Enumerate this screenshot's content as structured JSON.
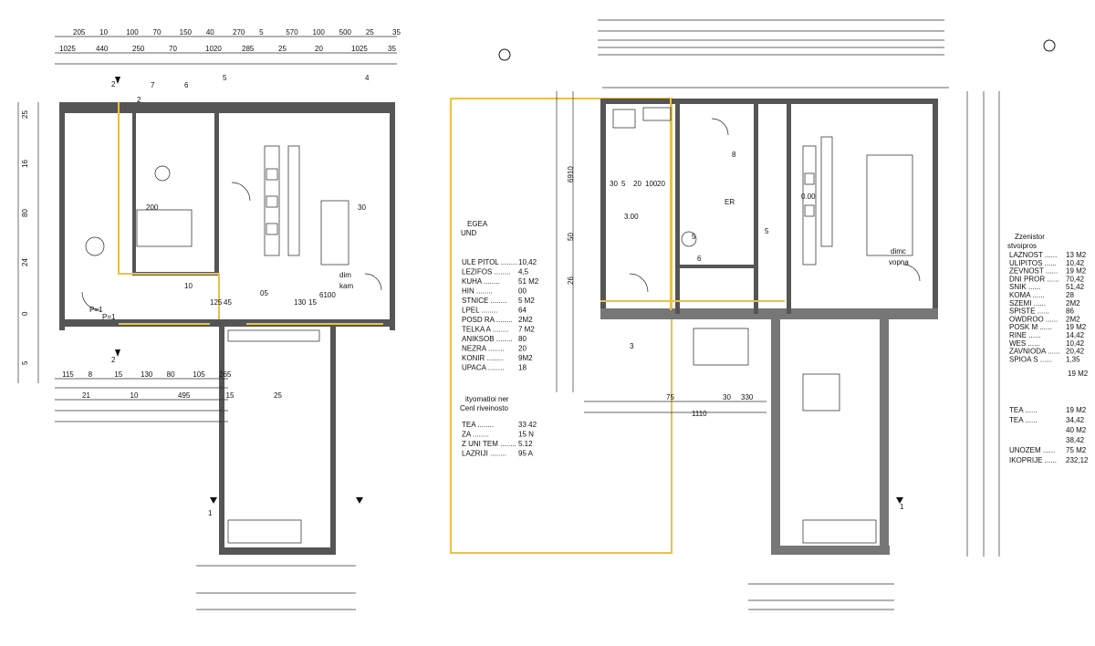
{
  "left_plan": {
    "top_dims_row1": [
      "205",
      "10",
      "100",
      "70",
      "150",
      "40",
      "270",
      "5",
      "570",
      "100",
      "500",
      "25",
      "35"
    ],
    "top_dims_row2": [
      "1025",
      "440",
      "250",
      "70",
      "1020",
      "285",
      "25",
      "20",
      "1025",
      "35"
    ],
    "room_numbers": [
      "7",
      "6",
      "5",
      "4",
      "2"
    ],
    "section_marks": [
      "2",
      "1"
    ],
    "room_dims": [
      "200",
      "125",
      "45",
      "05",
      "6100",
      "130",
      "15",
      "10",
      "30"
    ],
    "labels": [
      "P=1",
      "P=1"
    ],
    "kamin": [
      "dim",
      "kam"
    ],
    "left_dims": [
      "25",
      "16",
      "80",
      "24",
      "0",
      "5"
    ],
    "bottom_dims": [
      "115",
      "8",
      "15",
      "130",
      "80",
      "105",
      "265",
      "21",
      "10",
      "495",
      "15",
      "25"
    ],
    "legend_head": [
      "EGEA",
      "UND"
    ],
    "legend_rows": [
      {
        "name": "ULE PITOL",
        "value": "10,42"
      },
      {
        "name": "LEZIFOS",
        "value": "4,5"
      },
      {
        "name": "KUHA",
        "value": "51 M2"
      },
      {
        "name": "HIN",
        "value": "00"
      },
      {
        "name": "STNICE",
        "value": "5 M2"
      },
      {
        "name": "LPEL",
        "value": "64"
      },
      {
        "name": "POSD RA",
        "value": "2M2"
      },
      {
        "name": "TELKA A",
        "value": "7 M2"
      },
      {
        "name": "ANIKSOB",
        "value": "80"
      },
      {
        "name": "NEZRA",
        "value": "20"
      },
      {
        "name": "KONIR",
        "value": "9M2"
      },
      {
        "name": "UPACA",
        "value": "18"
      }
    ],
    "legend2_head": [
      "ityomatioi ner",
      "Cenl riveinosto"
    ],
    "legend2_rows": [
      {
        "name": "TEA",
        "value": "33 42"
      },
      {
        "name": "ZA",
        "value": "15 N"
      },
      {
        "name": "Z UNI TEM",
        "value": "5.12"
      },
      {
        "name": "LAZRIJI",
        "value": "95 A"
      }
    ]
  },
  "right_plan": {
    "room_numbers": [
      "8",
      "5",
      "5",
      "6",
      "3",
      "1"
    ],
    "dims_top": [
      "30",
      "5",
      "20",
      "100",
      "20"
    ],
    "dims_mid": [
      "0.00",
      "3.00",
      "6910",
      "50",
      "26",
      "30",
      "330",
      "75",
      "1110"
    ],
    "labels": [
      "dimc",
      "vopna",
      "ER"
    ],
    "legend_head": [
      "Zzenistor",
      "stvoipros"
    ],
    "legend_rows": [
      {
        "name": "LAZNOST",
        "value": "13 M2"
      },
      {
        "name": "ULIPITOS",
        "value": "10,42"
      },
      {
        "name": "ZEVNOST",
        "value": "19 M2"
      },
      {
        "name": "DNI PROR",
        "value": "70,42"
      },
      {
        "name": "SNIK",
        "value": "51,42"
      },
      {
        "name": "KOMA",
        "value": "28"
      },
      {
        "name": "SZEMI",
        "value": "2M2"
      },
      {
        "name": "SPISTE",
        "value": "86"
      },
      {
        "name": "OWDROO",
        "value": "2M2"
      },
      {
        "name": "POSK M",
        "value": "19 M2"
      },
      {
        "name": "RINE",
        "value": "14,42"
      },
      {
        "name": "WES",
        "value": "10,42"
      },
      {
        "name": "ZAVNIODA",
        "value": "20,42"
      },
      {
        "name": "SPIOA S",
        "value": "1,35"
      }
    ],
    "legend_total": "19 M2",
    "legend2_rows": [
      {
        "name": "TEA",
        "value": "19 M2"
      },
      {
        "name": "TEA",
        "value": "34,42"
      },
      {
        "name": "",
        "value": "40 M2"
      },
      {
        "name": "",
        "value": "38,42"
      },
      {
        "name": "UNOZEM",
        "value": "75 M2"
      },
      {
        "name": "IKOPRIJE",
        "value": "232,12"
      }
    ]
  },
  "colors": {
    "wall": "#555555",
    "accent_outline": "#e9c14a",
    "ink": "#111111"
  }
}
